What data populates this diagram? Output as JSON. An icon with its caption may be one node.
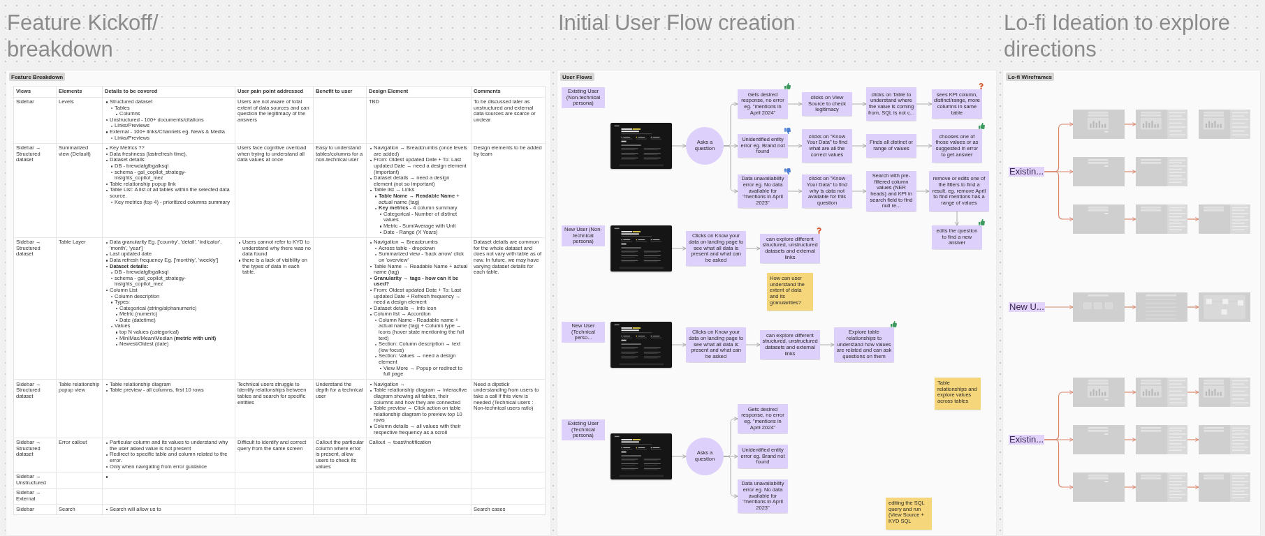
{
  "diagram": {
    "nodes": [
      {
        "text": [
          "Feature Breakdown"
        ]
      },
      {
        "text": [
          "User Flows"
        ]
      },
      {
        "text": [
          "Existing User (Non-technical persona)"
        ],
        "in": 1
      },
      {
        "text": [],
        "shape": "picture",
        "in": 1
      },
      {
        "text": [
          "Asks a question"
        ],
        "in": 1
      },
      {
        "text": [
          "Gets desired response, no error eg. \"mentions in April 2024\""
        ],
        "in": 1
      },
      {
        "text": [
          "clicks on View Source to check legitimacy"
        ],
        "in": 1
      },
      {
        "text": [
          "clicks on Table to understand where the value is coming from, SQL is not c..."
        ],
        "in": 1
      },
      {
        "text": [
          "sees KPI column, distinct/range, more columns in same table"
        ],
        "in": 1
      },
      {
        "text": [
          "Unidentified entity error eg. Brand not found"
        ],
        "in": 1
      },
      {
        "text": [
          "clicks on \"Know Your Data\" to find what are all the correct values"
        ],
        "in": 1
      },
      {
        "text": [
          "Finds all distinct or range of values"
        ],
        "in": 1
      },
      {
        "text": [
          "chooses one of those values or as suggested in error to get answer"
        ],
        "in": 1
      },
      {
        "text": [
          "Data unavailability error eg. No data available for \"mentions in April 2023\""
        ],
        "in": 1
      },
      {
        "text": [
          "clicks on \"Know Your Data\" to find why is data not available for this question"
        ],
        "in": 1
      },
      {
        "text": [
          "Search with pre-filtered column values (NER heads) and KPI in search field to find null re..."
        ],
        "in": 1
      },
      {
        "text": [
          "remove or edits one of the filters to find a result. eg. remove April to find mentions has a range of values"
        ],
        "in": 1
      },
      {
        "text": [
          "New User (Non-technical persona)"
        ],
        "in": 1
      },
      {
        "text": [],
        "shape": "picture",
        "in": 1
      },
      {
        "text": [
          "Clicks on Know your data on landing page to see what all data is present and what can be asked"
        ],
        "in": 1
      },
      {
        "text": [
          "can explore different structured, unstructured datasets and external links"
        ],
        "in": 1
      },
      {
        "text": [
          "edits the question to find a new answer"
        ],
        "in": 1
      },
      {
        "text": [
          "How can user understand the extent of data and its granularities?"
        ],
        "in": 1
      },
      {
        "text": [
          "New User (Technical perso..."
        ],
        "in": 1
      },
      {
        "text": [],
        "shape": "picture",
        "in": 1
      },
      {
        "text": [
          "Clicks on Know your data on landing page to see what all data is present and what can be asked"
        ],
        "in": 1
      },
      {
        "text": [
          "can explore different structured, unstructured datasets and external links"
        ],
        "in": 1
      },
      {
        "text": [
          "Explore table relationships to understand how values are related and can ask questions on them"
        ],
        "in": 1
      },
      {
        "text": [
          "Table relationships and explore values across tables"
        ],
        "in": 1
      },
      {
        "text": [
          "Existing User (Technical persona)"
        ],
        "in": 1
      },
      {
        "text": [],
        "shape": "picture",
        "in": 1
      },
      {
        "text": [
          "Asks a question"
        ],
        "in": 1
      },
      {
        "text": [
          "Gets desired response, no error eg. \"mentions in April 2024\""
        ],
        "in": 1
      },
      {
        "text": [
          "Unidentified entity error eg. Brand not found"
        ],
        "in": 1
      },
      {
        "text": [
          "Data unavailability error eg. No data available for \"mentions in April 2023\""
        ],
        "in": 1
      },
      {
        "text": [
          "editing the SQL query and run (View Source + KYD SQL"
        ],
        "in": 1
      },
      {
        "text": [
          "Lo-fi Wireframes"
        ]
      },
      {
        "text": [
          "Existin..."
        ],
        "in": 36
      },
      {
        "text": [],
        "shape": "picture",
        "in": 36
      },
      {
        "text": [],
        "shape": "picture",
        "in": 36
      },
      {
        "text": [],
        "shape": "picture",
        "in": 36
      },
      {
        "text": [],
        "shape": "picture",
        "in": 36
      },
      {
        "text": [],
        "shape": "picture",
        "in": 36
      },
      {
        "text": [],
        "shape": "picture",
        "in": 36
      },
      {
        "text": [],
        "shape": "picture",
        "in": 36
      },
      {
        "text": [],
        "shape": "picture",
        "in": 36
      },
      {
        "text": [
          "New U..."
        ],
        "in": 36
      },
      {
        "text": [],
        "shape": "picture",
        "in": 36
      },
      {
        "text": [],
        "shape": "picture",
        "in": 36
      },
      {
        "text": [],
        "shape": "picture",
        "in": 36
      },
      {
        "text": [
          "Existin..."
        ],
        "in": 36
      },
      {
        "text": [],
        "shape": "picture",
        "in": 36
      },
      {
        "text": [],
        "shape": "picture",
        "in": 36
      },
      {
        "text": [],
        "shape": "picture",
        "in": 36
      },
      {
        "text": [],
        "shape": "picture",
        "in": 36
      },
      {
        "text": [],
        "shape": "picture",
        "in": 36
      },
      {
        "text": [],
        "shape": "picture",
        "in": 36
      },
      {
        "text": [],
        "shape": "picture",
        "in": 36
      },
      {
        "text": [],
        "shape": "picture",
        "in": 36
      },
      {
        "text": [],
        "shape": "picture",
        "in": 36
      }
    ],
    "edges": [
      {
        "from": 3,
        "to": 4,
        "arrow": "to"
      },
      {
        "from": 4,
        "to": 5,
        "arrow": "to"
      },
      {
        "from": 4,
        "to": 9,
        "arrow": "to"
      },
      {
        "from": 4,
        "to": 13,
        "arrow": "to"
      },
      {
        "from": 5,
        "to": 6,
        "arrow": "to"
      },
      {
        "from": 6,
        "to": 7,
        "arrow": "to"
      },
      {
        "from": 7,
        "to": 8,
        "arrow": "to"
      },
      {
        "from": 9,
        "to": 10,
        "arrow": "to"
      },
      {
        "from": 10,
        "to": 11,
        "arrow": "to"
      },
      {
        "from": 11,
        "to": 12,
        "arrow": "to"
      },
      {
        "from": 13,
        "to": 14,
        "arrow": "to"
      },
      {
        "from": 14,
        "to": 15,
        "arrow": "to"
      },
      {
        "from": 15,
        "to": 16,
        "arrow": "to"
      },
      {
        "from": 16,
        "to": 21,
        "arrow": "to"
      },
      {
        "from": 18,
        "to": 19,
        "arrow": "to"
      },
      {
        "from": 19,
        "to": 20,
        "arrow": "to"
      },
      {
        "from": 24,
        "to": 25,
        "arrow": "to"
      },
      {
        "from": 25,
        "to": 26,
        "arrow": "to"
      },
      {
        "from": 26,
        "to": 27,
        "arrow": "to"
      },
      {
        "from": 30,
        "to": 31,
        "arrow": "to"
      },
      {
        "from": 31,
        "to": 32,
        "arrow": "to"
      },
      {
        "from": 31,
        "to": 33,
        "arrow": "to"
      },
      {
        "from": 31,
        "to": 34,
        "arrow": "to"
      },
      {
        "from": 37,
        "to": 38,
        "arrow": "to",
        "color": "#d8866a"
      },
      {
        "from": 37,
        "to": 41,
        "arrow": "to",
        "color": "#d8866a"
      },
      {
        "from": 37,
        "to": 43,
        "arrow": "to",
        "color": "#d8866a"
      },
      {
        "from": 38,
        "to": 39,
        "arrow": "to",
        "color": "#d8866a"
      },
      {
        "from": 41,
        "to": 42,
        "arrow": "to",
        "color": "#d8866a"
      },
      {
        "from": 43,
        "to": 44,
        "arrow": "to",
        "color": "#d8866a"
      },
      {
        "from": 44,
        "to": 45,
        "arrow": "to",
        "color": "#d8866a"
      },
      {
        "from": 46,
        "to": 47,
        "arrow": "to",
        "color": "#d8866a"
      },
      {
        "from": 47,
        "to": 48,
        "arrow": "to",
        "color": "#d8866a"
      },
      {
        "from": 48,
        "to": 49,
        "arrow": "to",
        "color": "#d8866a"
      },
      {
        "from": 50,
        "to": 51,
        "arrow": "to",
        "color": "#d8866a"
      },
      {
        "from": 50,
        "to": 54,
        "arrow": "to",
        "color": "#d8866a"
      },
      {
        "from": 50,
        "to": 57,
        "arrow": "to",
        "color": "#d8866a"
      },
      {
        "from": 51,
        "to": 52,
        "arrow": "to",
        "color": "#d8866a"
      },
      {
        "from": 52,
        "to": 53,
        "arrow": "to",
        "color": "#d8866a"
      },
      {
        "from": 54,
        "to": 55,
        "arrow": "to",
        "color": "#d8866a"
      },
      {
        "from": 55,
        "to": 56,
        "arrow": "to",
        "color": "#d8866a"
      },
      {
        "from": 57,
        "to": 58,
        "arrow": "to",
        "color": "#d8866a"
      },
      {
        "from": 58,
        "to": 59,
        "arrow": "to",
        "color": "#d8866a"
      }
    ],
    "labels": [
      "Feature Kickoff/ breakdown",
      "Initial User Flow creation",
      "Lo-fi Ideation to explore directions",
      "Views",
      "Elements",
      "Details to be covered",
      "User pain point addressed",
      "Benefit to user",
      "Design Element",
      "Comments",
      "Sidebar",
      "Levels",
      "Structured dataset",
      "Tables",
      "Columns",
      "Unstructured - 100+ documents/citations",
      "Links/Previews",
      "External - 100+ links/Channels eg. News & Media",
      "Links/Previews",
      "Users are not aware of total extent of data sources and can question the legitimacy of the answers",
      "TBD",
      "To be discussed later as unstructured and external data sources are scarce or unclear",
      "Sidebar → Structured dataset",
      "Summarized view (Default)",
      "Key Metrics ??",
      "Data freshness (lastrefresh time),",
      "Dataset details:",
      "DB - brewdatglbgaiksql",
      "schema - gal_copilot_strategy-insights_copilot_mez",
      "Table relationship popup link",
      "Table List: A list of all tables within the selected data source.",
      "Key metrics (top 4) - prioritized columns summary",
      "Users face cognitive overload when trying to understand all data values at once",
      "Easy to understand tables/columns for a non-technical user",
      "Navigation → Breadcrumbs (once levels are added)",
      "From: Oldest updated Date + To: Last updated Date → need a design element (important)",
      "Dataset details → need a design element (not so important)",
      "Table list → Links",
      "**Table Name → Readable Name** + actual name (tag)",
      "**Key metrics** - 4 column summary",
      "Categorical - Number of distinct values",
      "Metric - Sum/Average with Unit",
      "Date - Range (X Years)",
      "Design elements to be added by team",
      "Sidebar → Structured dataset",
      "Table Layer",
      "Data granularity Eg. ['country', 'detail', 'indicator', 'month', 'year']",
      "Last updated date",
      "Data refresh frequency Eg. ['monthly', 'weekly']",
      "Dataset details:",
      "DB - brewdatglbgaiksql",
      "schema - gal_copilot_strategy-insights_copilot_mez",
      "Column List",
      "Column description",
      "Types:",
      "Categorical (string/alphanumeric)",
      "Metric (numeric)",
      "Date (datetime)",
      "Values",
      "top N values (categorical)",
      "Min/Max/Mean/Median **(metric with unit)**",
      "Newest/Oldest (date)",
      "Users cannot refer to KYD to understand why there was no data found",
      "there is a lack of visibility on the types of data in each table.",
      "Navigation → Breadcrumbs",
      "Across table - dropdown",
      "Summarized view - 'back arrow' click on 'overview'",
      "Table Name → Readable Name + actual name (tag)",
      "Granularity → tags - how can it be used?",
      "From: Oldest updated Date + To: Last updated Date + Refresh frequency → need a design element",
      "Dataset details → Info icon",
      "Column list → Accordion",
      "Column Name - Readable name + actual name (tag) + Column type → icons (hover state mentioning the full text)",
      "Section: Column description → text (low focus)",
      "Section: Values → need a design element",
      "View More → Popup or redirect to full page",
      "Dataset details are common for the whole dataset and does not vary with table as of now. In future, we may have varying dataset details for each table.",
      "Sidebar → Structured dataset",
      "Table relationship popup view",
      "Table relationship diagram",
      "Table preview - all columns, first 10 rows",
      "Technical users struggle to identify relationships between tables and search for specific entities",
      "Understand the depth for a technical user",
      "Navigation →",
      "Table relationship diagram → interactive diagram showing all tables, their columns and how they are connected",
      "Table preview → Click action on table relationship diagram to preview top 10 rows",
      "Column details → all values with their respective frequency as a scroll",
      "Need a dipstick understanding from users to take a call if this view is needed (Technical users : Non-technical users ratio)",
      "Sidebar → Structured dataset",
      "Error callout",
      "Particular column and its values to understand why the user asked value is not present",
      "Redirect to specific table and column related to the error.",
      "Only when navigating from error guidance",
      "Difficult to identify and correct query from the same screen",
      "Callout the particular column where error is present, allow users to check its values",
      "Callout → toast/notification",
      "Sidebar → Unstructured",
      "Sidebar → External",
      "Sidebar",
      "Search",
      "Search will allow us to",
      "Search cases"
    ]
  }
}
